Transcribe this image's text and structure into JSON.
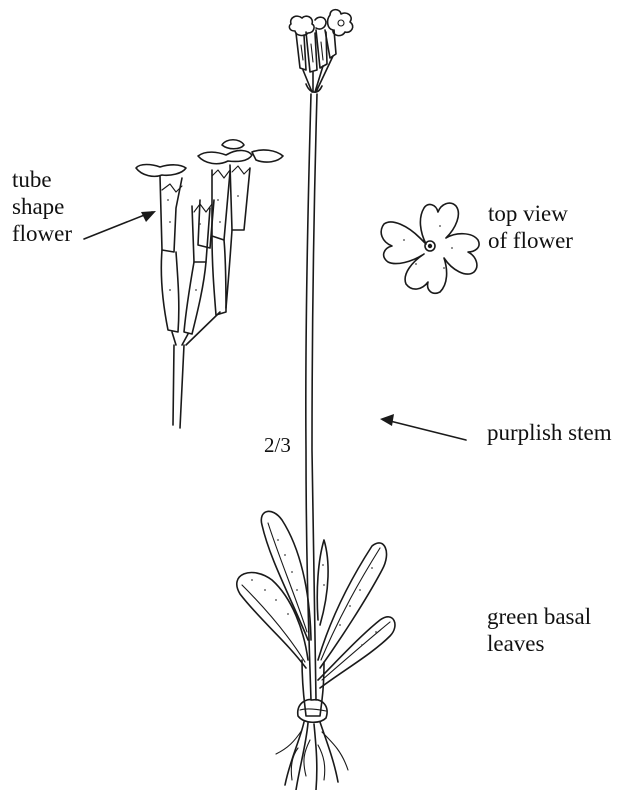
{
  "labels": {
    "tube_shape_flower": "tube\nshape\nflower",
    "top_view_of_flower": "top view\nof flower",
    "purplish_stem": "purplish stem",
    "green_basal_leaves": "green basal\nleaves",
    "scale": "2/3"
  },
  "colors": {
    "ink": "#1a1a1a",
    "background": "#ffffff"
  }
}
